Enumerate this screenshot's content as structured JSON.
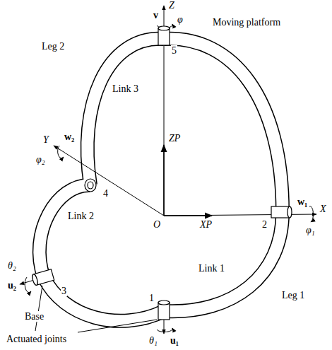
{
  "diagram": {
    "labels": [
      "Z",
      "v",
      "φ",
      "Moving platform",
      "Leg 2",
      "Link 3",
      "5",
      "ZP",
      "Y",
      "φ₂",
      "w₂",
      "4",
      "2",
      "w₁",
      "X",
      "φ₁",
      "Link 2",
      "XP",
      "θ₂",
      "u₂",
      "3",
      "O",
      "Link 1",
      "Leg 1",
      "1",
      "Base",
      "Actuated joints",
      "θ₁",
      "u₁"
    ]
  }
}
